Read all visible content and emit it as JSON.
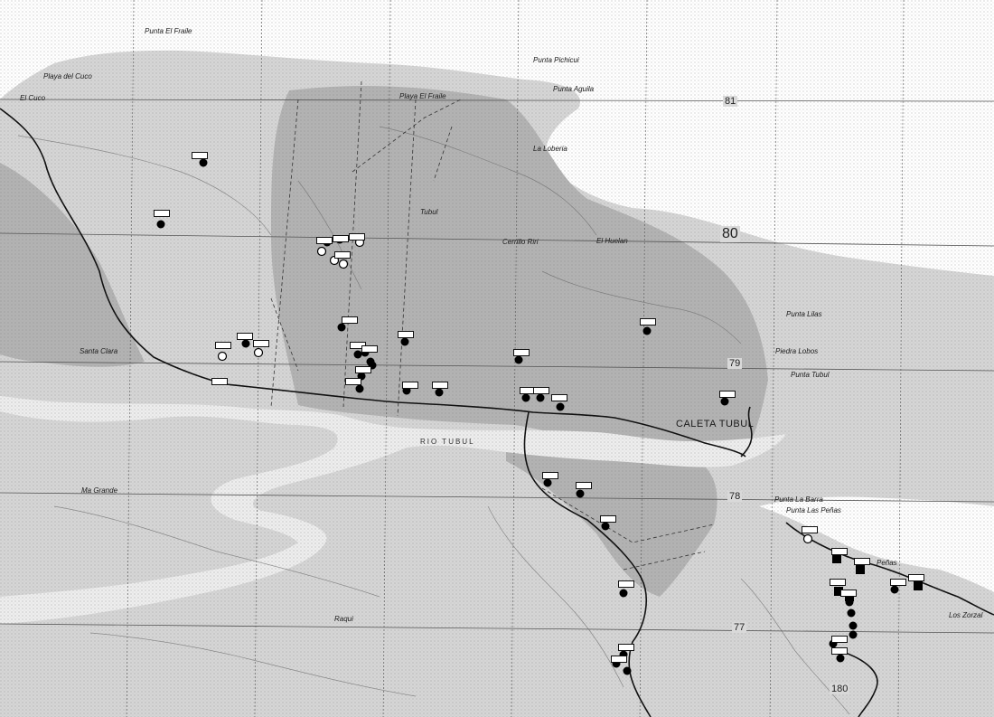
{
  "place_names": [
    {
      "id": "punta-el-fraile",
      "label": "Punta El Fraile",
      "big": false,
      "river": false
    },
    {
      "id": "playa-del-cuco",
      "label": "Playa del Cuco",
      "big": false,
      "river": false
    },
    {
      "id": "el-cuco",
      "label": "El Cuco",
      "big": false,
      "river": false
    },
    {
      "id": "playa-el-fraile",
      "label": "Playa El Fraile",
      "big": false,
      "river": false
    },
    {
      "id": "punta-pichicui",
      "label": "Punta Pichicui",
      "big": false,
      "river": false
    },
    {
      "id": "punta-aguila",
      "label": "Punta Aguila",
      "big": false,
      "river": false
    },
    {
      "id": "la-loberia",
      "label": "La Loberia",
      "big": false,
      "river": false
    },
    {
      "id": "tubul",
      "label": "Tubul",
      "big": false,
      "river": false
    },
    {
      "id": "cerrillo-riri",
      "label": "Cerrillo Riri",
      "big": false,
      "river": false
    },
    {
      "id": "el-huelan",
      "label": "El Huelan",
      "big": false,
      "river": false
    },
    {
      "id": "santa-clara",
      "label": "Santa Clara",
      "big": false,
      "river": false
    },
    {
      "id": "punta-lilas",
      "label": "Punta Lilas",
      "big": false,
      "river": false
    },
    {
      "id": "piedra-lobos",
      "label": "Piedra Lobos",
      "big": false,
      "river": false
    },
    {
      "id": "punta-tubul",
      "label": "Punta Tubul",
      "big": false,
      "river": false
    },
    {
      "id": "caleta-tubul",
      "label": "CALETA TUBUL",
      "big": true,
      "river": false
    },
    {
      "id": "rio-tubul",
      "label": "RIO TUBUL",
      "big": false,
      "river": true
    },
    {
      "id": "ma-grande",
      "label": "Ma Grande",
      "big": false,
      "river": false
    },
    {
      "id": "punta-la-barra",
      "label": "Punta La Barra",
      "big": false,
      "river": false
    },
    {
      "id": "punta-las-penas",
      "label": "Punta Las Peñas",
      "big": false,
      "river": false
    },
    {
      "id": "penas",
      "label": "Peñas",
      "big": false,
      "river": false
    },
    {
      "id": "los-zorzal",
      "label": "Los Zorzal",
      "big": false,
      "river": false
    },
    {
      "id": "raqui",
      "label": "Raqui",
      "big": false,
      "river": false
    }
  ],
  "grid_numbers": [
    {
      "id": "grid-81",
      "label": "81",
      "big": false
    },
    {
      "id": "grid-80",
      "label": "80",
      "big": true
    },
    {
      "id": "grid-79",
      "label": "79",
      "big": false
    },
    {
      "id": "grid-78",
      "label": "78",
      "big": false
    },
    {
      "id": "grid-77",
      "label": "77",
      "big": false
    },
    {
      "id": "grid-180",
      "label": "180",
      "big": false
    }
  ],
  "sites": [
    {
      "id": "s01",
      "symbol": "dot"
    },
    {
      "id": "s02",
      "symbol": "dot"
    },
    {
      "id": "s03",
      "symbol": "dot"
    },
    {
      "id": "s04",
      "symbol": "dot"
    },
    {
      "id": "s05",
      "symbol": "circle"
    },
    {
      "id": "s06",
      "symbol": "circle"
    },
    {
      "id": "s07",
      "symbol": "circle"
    },
    {
      "id": "s08",
      "symbol": "circle"
    },
    {
      "id": "s09",
      "symbol": "dot"
    },
    {
      "id": "s10",
      "symbol": "circle"
    },
    {
      "id": "s11",
      "symbol": "dot"
    },
    {
      "id": "s12",
      "symbol": "circle"
    },
    {
      "id": "s13",
      "symbol": "dot"
    },
    {
      "id": "s14",
      "symbol": "dot"
    },
    {
      "id": "s15",
      "symbol": "dot"
    },
    {
      "id": "s16",
      "symbol": "dot"
    },
    {
      "id": "s17",
      "symbol": "dot"
    },
    {
      "id": "s18",
      "symbol": "dot"
    },
    {
      "id": "s19",
      "symbol": "dot"
    },
    {
      "id": "s20",
      "symbol": "dot"
    },
    {
      "id": "s21",
      "symbol": "dot"
    },
    {
      "id": "s22",
      "symbol": "dot"
    },
    {
      "id": "s23",
      "symbol": "dot"
    },
    {
      "id": "s24",
      "symbol": "dot"
    },
    {
      "id": "s25",
      "symbol": "dot"
    },
    {
      "id": "s26",
      "symbol": "dot"
    },
    {
      "id": "s27",
      "symbol": "dot"
    },
    {
      "id": "s28",
      "symbol": "dot"
    },
    {
      "id": "s29",
      "symbol": "dot"
    },
    {
      "id": "s30",
      "symbol": "dot"
    },
    {
      "id": "s31",
      "symbol": "dot"
    },
    {
      "id": "s32",
      "symbol": "dot"
    },
    {
      "id": "s33",
      "symbol": "dot"
    },
    {
      "id": "s34",
      "symbol": "dot"
    },
    {
      "id": "s35",
      "symbol": "circle"
    },
    {
      "id": "s36",
      "symbol": "square"
    },
    {
      "id": "s37",
      "symbol": "square"
    },
    {
      "id": "s38",
      "symbol": "square"
    },
    {
      "id": "s39",
      "symbol": "square"
    },
    {
      "id": "s40",
      "symbol": "dot"
    },
    {
      "id": "s41",
      "symbol": "square"
    },
    {
      "id": "s42",
      "symbol": "dot"
    },
    {
      "id": "s43",
      "symbol": "dot"
    },
    {
      "id": "s44",
      "symbol": "dot"
    },
    {
      "id": "s45",
      "symbol": "dot"
    },
    {
      "id": "s46",
      "symbol": "dot"
    },
    {
      "id": "s47",
      "symbol": "dot"
    }
  ],
  "colors": {
    "sea": "#ffffff",
    "land": "#d6d6d6",
    "lowland": "#b3b3b3",
    "floodplain": "#eeeeee",
    "grid": "#555555",
    "road": "#111111",
    "symbol": "#000000"
  }
}
